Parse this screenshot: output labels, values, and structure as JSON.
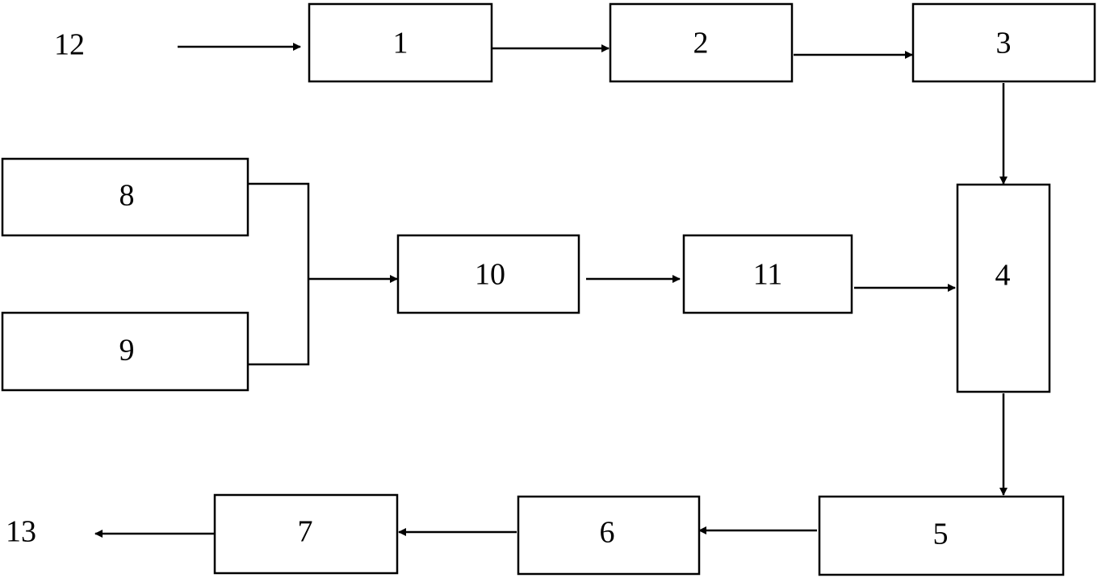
{
  "diagram": {
    "boxes": {
      "b1": "1",
      "b2": "2",
      "b3": "3",
      "b4": "4",
      "b5": "5",
      "b6": "6",
      "b7": "7",
      "b8": "8",
      "b9": "9",
      "b10": "10",
      "b11": "11"
    },
    "terminals": {
      "input": "12",
      "output": "13"
    },
    "connections": [
      {
        "from": "12",
        "to": "1"
      },
      {
        "from": "1",
        "to": "2"
      },
      {
        "from": "2",
        "to": "3"
      },
      {
        "from": "3",
        "to": "4"
      },
      {
        "from": "8",
        "to": "10"
      },
      {
        "from": "9",
        "to": "10"
      },
      {
        "from": "10",
        "to": "11"
      },
      {
        "from": "11",
        "to": "4"
      },
      {
        "from": "4",
        "to": "5"
      },
      {
        "from": "5",
        "to": "6"
      },
      {
        "from": "6",
        "to": "7"
      },
      {
        "from": "7",
        "to": "13"
      }
    ],
    "colors": {
      "stroke": "#000000",
      "background": "#ffffff"
    }
  }
}
